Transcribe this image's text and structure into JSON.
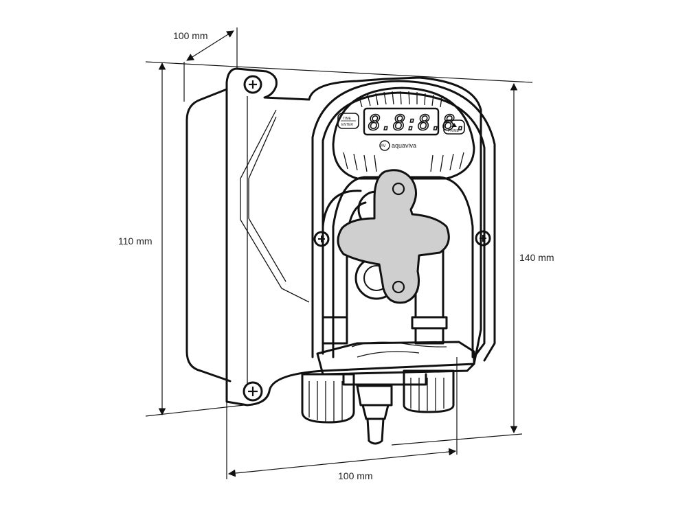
{
  "dimensions": {
    "depth_label": "100 mm",
    "height_back_label": "110 mm",
    "height_front_label": "140 mm",
    "width_label": "100 mm"
  },
  "display": {
    "readout": "8.8:8.8.",
    "left_button_top": "TIME",
    "left_button_bottom": "ENTER",
    "right_button_label": "PRIME"
  },
  "brand": {
    "mark": "AV",
    "name": "aquaviva"
  },
  "colors": {
    "line": "#111111",
    "rotor_fill": "#cfcfcf",
    "background": "#ffffff"
  }
}
